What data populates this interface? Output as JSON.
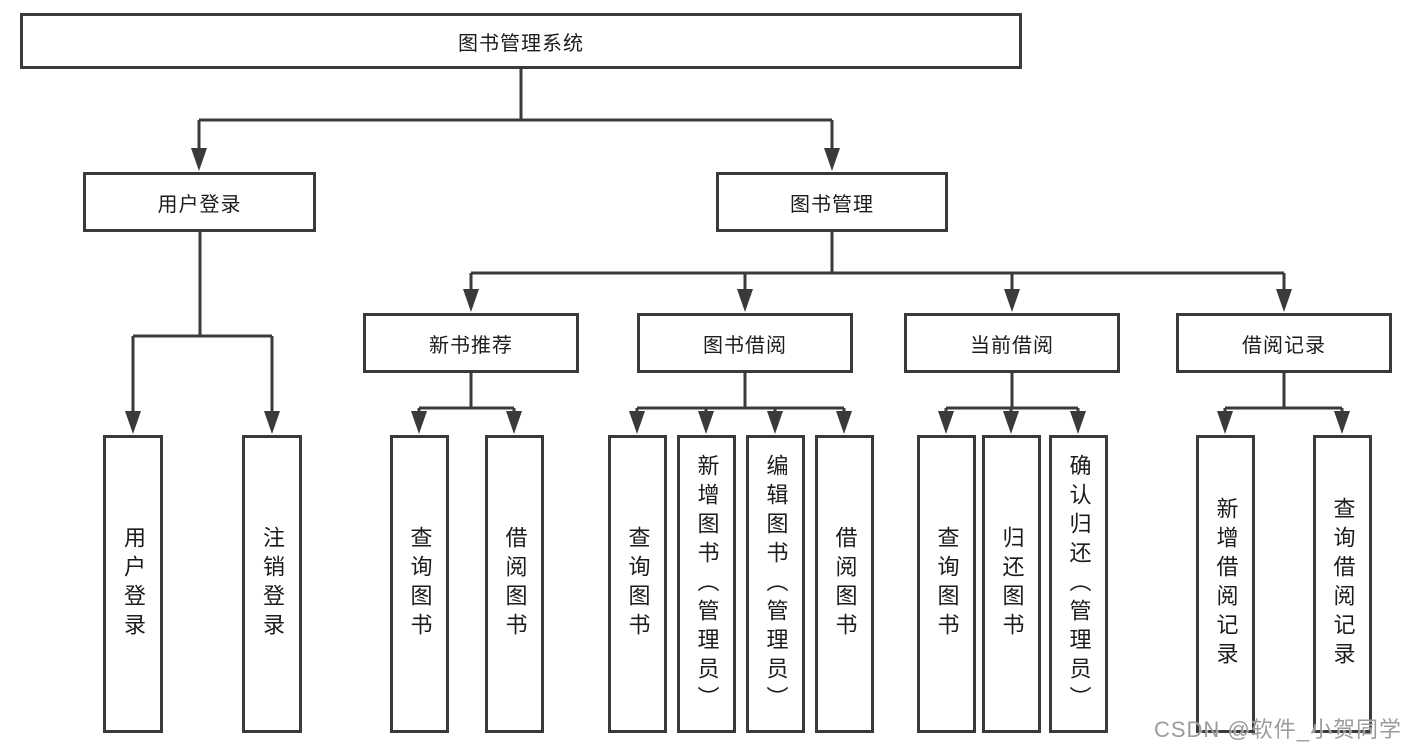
{
  "diagram": {
    "root": {
      "label": "图书管理系统"
    },
    "branches": [
      {
        "label": "用户登录",
        "children": [
          {
            "label": "用户登录"
          },
          {
            "label": "注销登录"
          }
        ]
      },
      {
        "label": "图书管理",
        "children": [
          {
            "label": "新书推荐",
            "children": [
              {
                "label": "查询图书"
              },
              {
                "label": "借阅图书"
              }
            ]
          },
          {
            "label": "图书借阅",
            "children": [
              {
                "label": "查询图书"
              },
              {
                "label": "新增图书（管理员）"
              },
              {
                "label": "编辑图书（管理员）"
              },
              {
                "label": "借阅图书"
              }
            ]
          },
          {
            "label": "当前借阅",
            "children": [
              {
                "label": "查询图书"
              },
              {
                "label": "归还图书"
              },
              {
                "label": "确认归还（管理员）"
              }
            ]
          },
          {
            "label": "借阅记录",
            "children": [
              {
                "label": "新增借阅记录"
              },
              {
                "label": "查询借阅记录"
              }
            ]
          }
        ]
      }
    ]
  },
  "watermark": {
    "text": "CSDN @软件_小贺同学"
  },
  "colors": {
    "line": "#3a3a3a",
    "text": "#1c1c1c",
    "background": "#ffffff",
    "watermark": "#9c9c9c"
  }
}
